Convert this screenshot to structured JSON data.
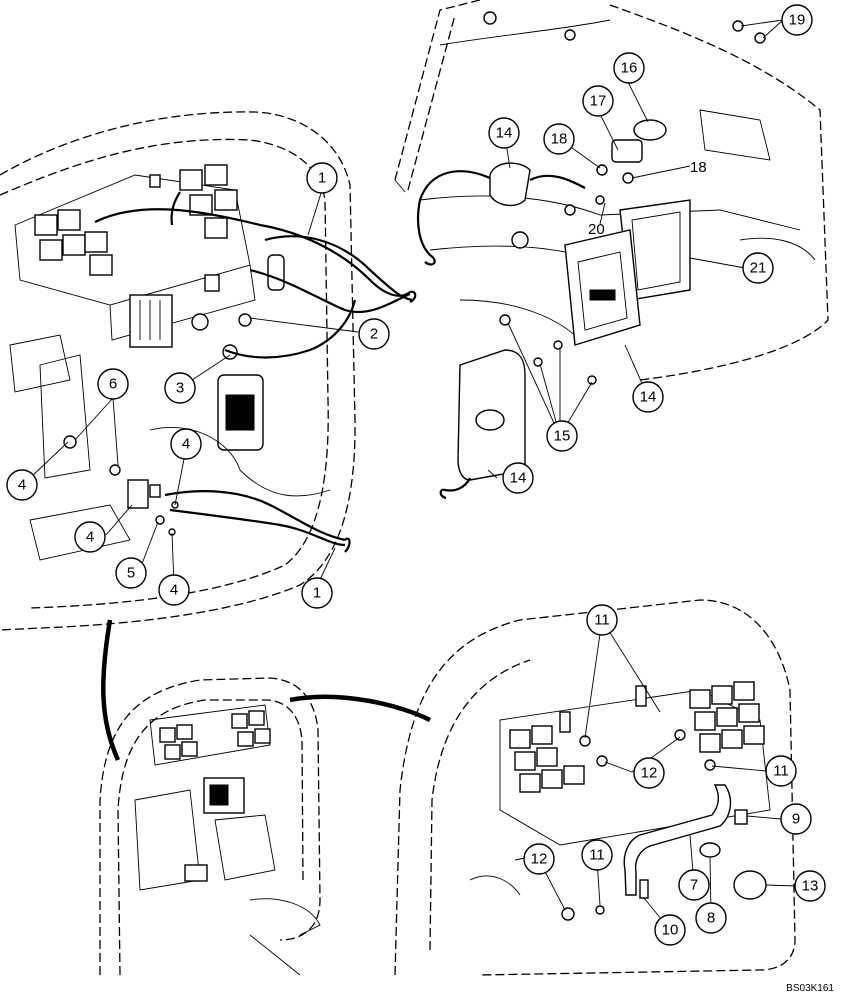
{
  "drawing_code": "BS03K161",
  "callouts": {
    "c1a": "1",
    "c1b": "1",
    "c2": "2",
    "c3": "3",
    "c4a": "4",
    "c4b": "4",
    "c4c": "4",
    "c4d": "4",
    "c5": "5",
    "c6": "6",
    "c7": "7",
    "c8": "8",
    "c9": "9",
    "c10": "10",
    "c11a": "11",
    "c11b": "11",
    "c11c": "11",
    "c12a": "12",
    "c12b": "12",
    "c13": "13",
    "c14a": "14",
    "c14b": "14",
    "c14c": "14",
    "c15": "15",
    "c16": "16",
    "c17": "17",
    "c18a": "18",
    "c18b": "18",
    "c19": "19",
    "c20": "20",
    "c21": "21"
  }
}
